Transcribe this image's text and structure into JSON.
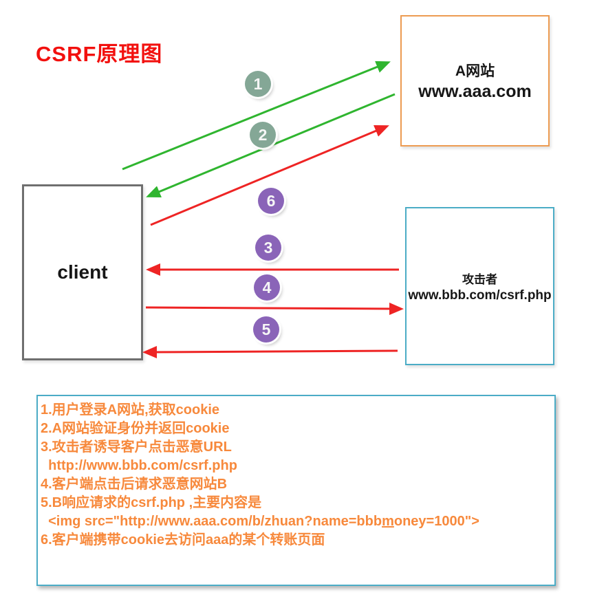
{
  "title": "CSRF原理图",
  "colors": {
    "title_red": "#f2100e",
    "green_arrow": "#2fb52f",
    "red_arrow": "#ee2424",
    "teal_badge": "#84a796",
    "purple_badge": "#8a64b8",
    "site_a_border": "#ed9b51",
    "client_border": "#6f6f6f",
    "attacker_border": "#4bacc6",
    "notes_border": "#4bacc6",
    "notes_text": "#f7893c"
  },
  "nodes": {
    "site_a": {
      "line1": "A网站",
      "line2": "www.aaa.com"
    },
    "client": {
      "label": "client"
    },
    "attacker": {
      "line1": "攻击者",
      "line2": "www.bbb.com/csrf.php"
    }
  },
  "badges": [
    {
      "label": "1"
    },
    {
      "label": "2"
    },
    {
      "label": "3"
    },
    {
      "label": "4"
    },
    {
      "label": "5"
    },
    {
      "label": "6"
    }
  ],
  "notes": {
    "lines": [
      "1.用户登录A网站,获取cookie",
      "2.A网站验证身份并返回cookie",
      "3.攻击者诱导客户点击恶意URL",
      "  http://www.bbb.com/csrf.php",
      "4.客户端点击后请求恶意网站B",
      "5.B响应请求的csrf.php ,主要内容是"
    ],
    "line7": {
      "pre": "  <img src=\"http://www.aaa.com/b/zhuan?name=bbb",
      "underlined": "m",
      "post": "oney=1000\">"
    },
    "line8": "6.客户端携带cookie去访问aaa的某个转账页面"
  }
}
